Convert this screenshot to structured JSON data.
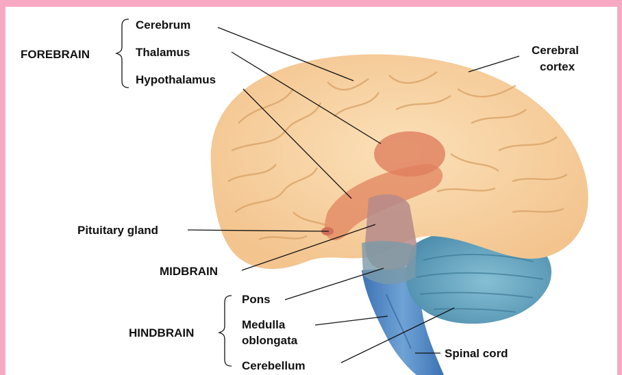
{
  "labels": {
    "forebrain": "FOREBRAIN",
    "cerebrum": "Cerebrum",
    "thalamus": "Thalamus",
    "hypothalamus": "Hypothalamus",
    "cerebral_cortex_line1": "Cerebral",
    "cerebral_cortex_line2": "cortex",
    "pituitary_gland": "Pituitary gland",
    "midbrain": "MIDBRAIN",
    "pons": "Pons",
    "hindbrain": "HINDBRAIN",
    "medulla_line1": "Medulla",
    "medulla_line2": "oblongata",
    "cerebellum": "Cerebellum",
    "spinal_cord": "Spinal cord"
  },
  "colors": {
    "border": "#f7a9c4",
    "cerebrum": "#f6d2a0",
    "gyri_lines": "#e0a86a",
    "thalamus": "#e48d66",
    "midbrain": "#b58a8a",
    "cerebellum": "#6fa9c2",
    "brainstem": "#4f86c4",
    "label_text": "#111111"
  }
}
